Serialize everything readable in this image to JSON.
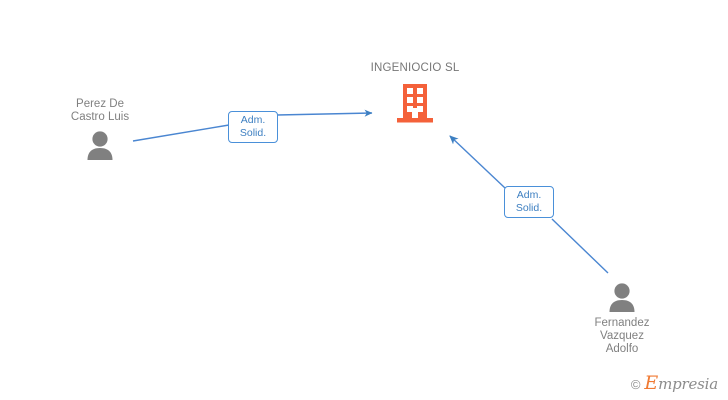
{
  "graph": {
    "background": "#ffffff",
    "colors": {
      "company_icon": "#f4613a",
      "person_icon": "#808080",
      "edge_line": "#4a86d1",
      "edge_label_border": "#4a90d9",
      "edge_label_text": "#3d7fc1",
      "node_text": "#808080"
    },
    "company": {
      "name": "INGENIOCIO SL",
      "icon": "company-building-icon"
    },
    "people": [
      {
        "id": "perez-de-castro-luis",
        "name": "Perez De\nCastro Luis",
        "icon": "person-avatar-icon",
        "name_position": "above"
      },
      {
        "id": "fernandez-vazquez-adolfo",
        "name": "Fernandez\nVazquez\nAdolfo",
        "icon": "person-avatar-icon",
        "name_position": "below"
      }
    ],
    "edges": [
      {
        "id": "edge-perez-to-ingeniocio",
        "from": "perez-de-castro-luis",
        "to": "ingeniocio-sl",
        "label": "Adm.\nSolid.",
        "direction": "to-company"
      },
      {
        "id": "edge-fernandez-to-ingeniocio",
        "from": "fernandez-vazquez-adolfo",
        "to": "ingeniocio-sl",
        "label": "Adm.\nSolid.",
        "direction": "to-company"
      }
    ]
  },
  "watermark": {
    "copyright": "©",
    "brand_initial": "E",
    "brand_rest": "mpresia"
  }
}
